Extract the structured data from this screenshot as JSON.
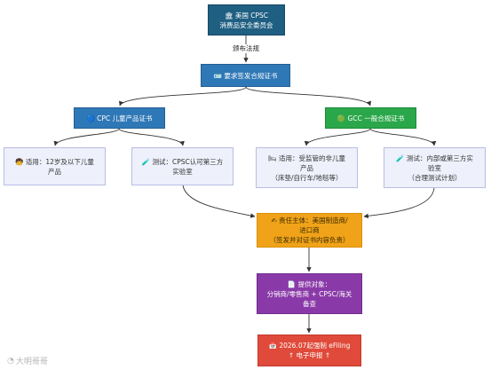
{
  "nodes": {
    "root": {
      "icon": "🏛",
      "lines": [
        "美国 CPSC",
        "消费品安全委员会"
      ]
    },
    "edge_label": "颁布法规",
    "requirement": {
      "icon": "🪪",
      "lines": [
        "要求签发合规证书"
      ]
    },
    "cpc": {
      "icon": "🔵",
      "lines": [
        "CPC 儿童产品证书"
      ]
    },
    "gcc": {
      "icon": "🟢",
      "lines": [
        "GCC 一般合规证书"
      ]
    },
    "cpc_scope": {
      "icon": "🧒",
      "lines": [
        "适用：12岁及以下儿童",
        "产品"
      ]
    },
    "cpc_test": {
      "icon": "🧪",
      "lines": [
        "测试：CPSC认可第三方",
        "实验室"
      ]
    },
    "gcc_scope": {
      "icon": "🛏",
      "lines": [
        "适用：受监管的非儿童",
        "产品",
        "（床垫/自行车/地毯等）"
      ]
    },
    "gcc_test": {
      "icon": "🧪",
      "lines": [
        "测试：内部或第三方实",
        "验室",
        "（合理测试计划）"
      ]
    },
    "responsible": {
      "icon": "✍",
      "lines": [
        "责任主体：美国制造商/",
        "进口商",
        "（签发并对证书内容负责）"
      ]
    },
    "provide_to": {
      "icon": "📄",
      "lines": [
        "提供对象：",
        "分销商/零售商 + CPSC/海关",
        "备查"
      ]
    },
    "efiling": {
      "icon": "📅",
      "lines": [
        "2026.07起强制 eFiling",
        "↑ 电子申报 ↑"
      ]
    }
  },
  "watermark": "大明哥哥",
  "colors": {
    "root": "#1f5f82",
    "blue": "#2f78b7",
    "green": "#2aa74a",
    "leaf": "#eef0fb",
    "orange": "#f0a318",
    "purple": "#8a3aa8",
    "red": "#df4a3a"
  }
}
